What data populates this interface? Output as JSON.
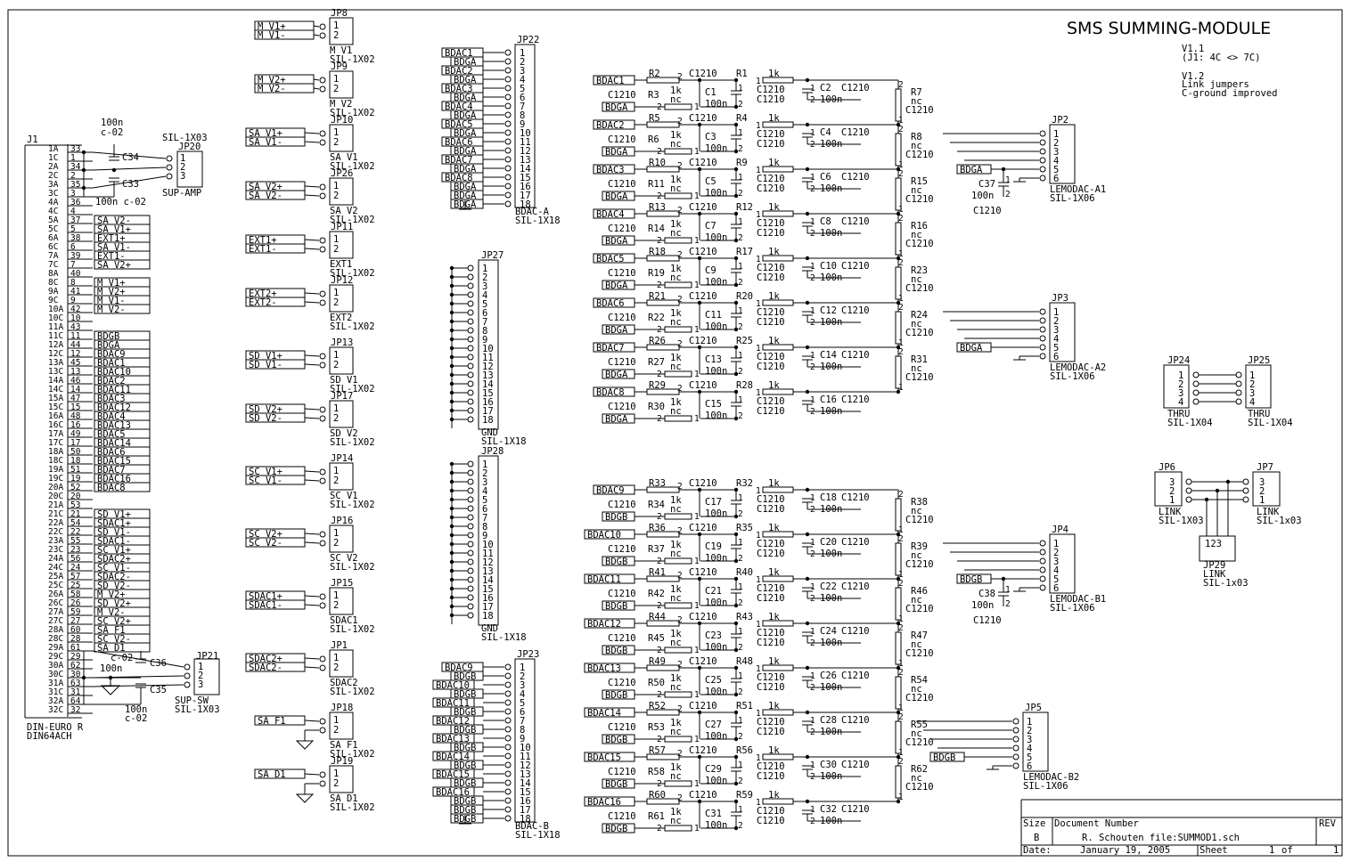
{
  "title": "SMS SUMMING-MODULE",
  "revision_notes": [
    "V1.1",
    "(J1: 4C <> 7C)",
    "V1.2",
    "Link jumpers",
    "C-ground improved"
  ],
  "title_block": {
    "size_label": "Size",
    "size": "B",
    "docnum_label": "Document Number",
    "docnum": "R. Schouten file:SUMMOD1.sch",
    "rev_label": "REV",
    "date_label": "Date:",
    "date": "January 19, 2005",
    "sheet_label": "Sheet",
    "sheet": "1",
    "of_label": "of",
    "of": "1"
  },
  "j1": {
    "ref": "J1",
    "name": "DIN-EURO R",
    "value": "DIN64ACH",
    "pins": [
      {
        "row": "1A",
        "pin": "33",
        "net": ""
      },
      {
        "row": "1C",
        "pin": "1",
        "net": ""
      },
      {
        "row": "2A",
        "pin": "34",
        "net": ""
      },
      {
        "row": "2C",
        "pin": "2",
        "net": ""
      },
      {
        "row": "3A",
        "pin": "35",
        "net": ""
      },
      {
        "row": "3C",
        "pin": "3",
        "net": ""
      },
      {
        "row": "4A",
        "pin": "36",
        "net": ""
      },
      {
        "row": "4C",
        "pin": "4",
        "net": ""
      },
      {
        "row": "5A",
        "pin": "37",
        "net": "SA V2-"
      },
      {
        "row": "5C",
        "pin": "5",
        "net": "SA V1+"
      },
      {
        "row": "6A",
        "pin": "38",
        "net": "EXT1+"
      },
      {
        "row": "6C",
        "pin": "6",
        "net": "SA V1-"
      },
      {
        "row": "7A",
        "pin": "39",
        "net": "EXT1-"
      },
      {
        "row": "7C",
        "pin": "7",
        "net": "SA V2+"
      },
      {
        "row": "8A",
        "pin": "40",
        "net": ""
      },
      {
        "row": "8C",
        "pin": "8",
        "net": "M V1+"
      },
      {
        "row": "9A",
        "pin": "41",
        "net": "M V2+"
      },
      {
        "row": "9C",
        "pin": "9",
        "net": "M V1-"
      },
      {
        "row": "10A",
        "pin": "42",
        "net": "M V2-"
      },
      {
        "row": "10C",
        "pin": "10",
        "net": ""
      },
      {
        "row": "11A",
        "pin": "43",
        "net": ""
      },
      {
        "row": "11C",
        "pin": "11",
        "net": "BDGB"
      },
      {
        "row": "12A",
        "pin": "44",
        "net": "BDGA"
      },
      {
        "row": "12C",
        "pin": "12",
        "net": "BDAC9"
      },
      {
        "row": "13A",
        "pin": "45",
        "net": "BDAC1"
      },
      {
        "row": "13C",
        "pin": "13",
        "net": "BDAC10"
      },
      {
        "row": "14A",
        "pin": "46",
        "net": "BDAC2"
      },
      {
        "row": "14C",
        "pin": "14",
        "net": "BDAC11"
      },
      {
        "row": "15A",
        "pin": "47",
        "net": "BDAC3"
      },
      {
        "row": "15C",
        "pin": "15",
        "net": "BDAC12"
      },
      {
        "row": "16A",
        "pin": "48",
        "net": "BDAC4"
      },
      {
        "row": "16C",
        "pin": "16",
        "net": "BDAC13"
      },
      {
        "row": "17A",
        "pin": "49",
        "net": "BDAC5"
      },
      {
        "row": "17C",
        "pin": "17",
        "net": "BDAC14"
      },
      {
        "row": "18A",
        "pin": "50",
        "net": "BDAC6"
      },
      {
        "row": "18C",
        "pin": "18",
        "net": "BDAC15"
      },
      {
        "row": "19A",
        "pin": "51",
        "net": "BDAC7"
      },
      {
        "row": "19C",
        "pin": "19",
        "net": "BDAC16"
      },
      {
        "row": "20A",
        "pin": "52",
        "net": "BDAC8"
      },
      {
        "row": "20C",
        "pin": "20",
        "net": ""
      },
      {
        "row": "21A",
        "pin": "53",
        "net": ""
      },
      {
        "row": "21C",
        "pin": "21",
        "net": "SD V1+"
      },
      {
        "row": "22A",
        "pin": "54",
        "net": "SDAC1+"
      },
      {
        "row": "22C",
        "pin": "22",
        "net": "SD V1-"
      },
      {
        "row": "23A",
        "pin": "55",
        "net": "SDAC1-"
      },
      {
        "row": "23C",
        "pin": "23",
        "net": "SC V1+"
      },
      {
        "row": "24A",
        "pin": "56",
        "net": "SDAC2+"
      },
      {
        "row": "24C",
        "pin": "24",
        "net": "SC V1-"
      },
      {
        "row": "25A",
        "pin": "57",
        "net": "SDAC2-"
      },
      {
        "row": "25C",
        "pin": "25",
        "net": "SD V2-"
      },
      {
        "row": "26A",
        "pin": "58",
        "net": "M V2+"
      },
      {
        "row": "26C",
        "pin": "26",
        "net": "SD V2+"
      },
      {
        "row": "27A",
        "pin": "59",
        "net": "M V2-"
      },
      {
        "row": "27C",
        "pin": "27",
        "net": "SC V2+"
      },
      {
        "row": "28A",
        "pin": "60",
        "net": "SA F1"
      },
      {
        "row": "28C",
        "pin": "28",
        "net": "SC V2-"
      },
      {
        "row": "29A",
        "pin": "61",
        "net": "SA D1"
      },
      {
        "row": "29C",
        "pin": "29",
        "net": ""
      },
      {
        "row": "30A",
        "pin": "62",
        "net": ""
      },
      {
        "row": "30C",
        "pin": "30",
        "net": ""
      },
      {
        "row": "31A",
        "pin": "63",
        "net": ""
      },
      {
        "row": "31C",
        "pin": "31",
        "net": ""
      },
      {
        "row": "32A",
        "pin": "64",
        "net": ""
      },
      {
        "row": "32C",
        "pin": "32",
        "net": ""
      }
    ]
  },
  "j1_caps": [
    {
      "ref": "C34",
      "value": "100n",
      "tol": "c-02"
    },
    {
      "ref": "C33",
      "value": "100n",
      "tol": "c-02"
    },
    {
      "ref": "C36",
      "value": "100n",
      "tol": "c-02"
    },
    {
      "ref": "C35",
      "value": "100n",
      "tol": "c-02"
    }
  ],
  "supply_jumpers": [
    {
      "ref": "JP20",
      "name": "SUP-AMP",
      "pkg": "SIL-1X03",
      "pins": [
        "1",
        "2",
        "3"
      ]
    },
    {
      "ref": "JP21",
      "name": "SUP-SW",
      "pkg": "SIL-1X03",
      "pins": [
        "1",
        "2",
        "3"
      ]
    }
  ],
  "signal_jumpers": [
    {
      "ref": "JP8",
      "name": "M V1",
      "pkg": "SIL-1X02",
      "nets": [
        "M V1+",
        "M V1-"
      ]
    },
    {
      "ref": "JP9",
      "name": "M V2",
      "pkg": "SIL-1X02",
      "nets": [
        "M V2+",
        "M V2-"
      ]
    },
    {
      "ref": "JP10",
      "name": "SA V1",
      "pkg": "SIL-1X02",
      "nets": [
        "SA V1+",
        "SA V1-"
      ]
    },
    {
      "ref": "JP26",
      "name": "SA V2",
      "pkg": "SIL-1X02",
      "nets": [
        "SA V2+",
        "SA V2-"
      ]
    },
    {
      "ref": "JP11",
      "name": "EXT1",
      "pkg": "SIL-1X02",
      "nets": [
        "EXT1+",
        "EXT1-"
      ]
    },
    {
      "ref": "JP12",
      "name": "EXT2",
      "pkg": "SIL-1X02",
      "nets": [
        "EXT2+",
        "EXT2-"
      ]
    },
    {
      "ref": "JP13",
      "name": "SD V1",
      "pkg": "SIL-1X02",
      "nets": [
        "SD V1+",
        "SD V1-"
      ]
    },
    {
      "ref": "JP17",
      "name": "SD V2",
      "pkg": "SIL-1X02",
      "nets": [
        "SD V2+",
        "SD V2-"
      ]
    },
    {
      "ref": "JP14",
      "name": "SC V1",
      "pkg": "SIL-1X02",
      "nets": [
        "SC V1+",
        "SC V1-"
      ]
    },
    {
      "ref": "JP16",
      "name": "SC V2",
      "pkg": "SIL-1X02",
      "nets": [
        "SC V2+",
        "SC V2-"
      ]
    },
    {
      "ref": "JP15",
      "name": "SDAC1",
      "pkg": "SIL-1X02",
      "nets": [
        "SDAC1+",
        "SDAC1-"
      ]
    },
    {
      "ref": "JP1",
      "name": "SDAC2",
      "pkg": "SIL-1X02",
      "nets": [
        "SDAC2+",
        "SDAC2-"
      ]
    },
    {
      "ref": "JP18",
      "name": "SA F1",
      "pkg": "SIL-1X02",
      "nets": [
        "SA F1",
        ""
      ]
    },
    {
      "ref": "JP19",
      "name": "SA D1",
      "pkg": "SIL-1X02",
      "nets": [
        "SA D1",
        ""
      ]
    }
  ],
  "bdac_a": {
    "ref": "JP22",
    "name": "BDAC-A",
    "pkg": "SIL-1X18",
    "nets": [
      "BDAC1",
      "BDGA",
      "BDAC2",
      "BDGA",
      "BDAC3",
      "BDGA",
      "BDAC4",
      "BDGA",
      "BDAC5",
      "BDGA",
      "BDAC6",
      "BDGA",
      "BDAC7",
      "BDGA",
      "BDAC8",
      "BDGA",
      "BDGA",
      "BDGA"
    ]
  },
  "bdac_b": {
    "ref": "JP23",
    "name": "BDAC-B",
    "pkg": "SIL-1X18",
    "nets": [
      "BDAC9",
      "BDGB",
      "BDAC10",
      "BDGB",
      "BDAC11",
      "BDGB",
      "BDAC12",
      "BDGB",
      "BDAC13",
      "BDGB",
      "BDAC14",
      "BDGB",
      "BDAC15",
      "BDGB",
      "BDAC16",
      "BDGB",
      "BDGB",
      "BDGB"
    ]
  },
  "gnd_strips": [
    {
      "ref": "JP27",
      "net": "GND",
      "pkg": "SIL-1X18"
    },
    {
      "ref": "JP28",
      "net": "GND",
      "pkg": "SIL-1X18"
    }
  ],
  "pin_numbers_18": [
    "1",
    "2",
    "3",
    "4",
    "5",
    "6",
    "7",
    "8",
    "9",
    "10",
    "11",
    "12",
    "13",
    "14",
    "15",
    "16",
    "17",
    "18"
  ],
  "channels_a": [
    {
      "in": "BDAC1",
      "gnd": "BDGA",
      "ra": "R2",
      "rb": "R3",
      "rc": "R1",
      "c1": "C1",
      "c2": "C2",
      "rt": "R7"
    },
    {
      "in": "BDAC2",
      "gnd": "BDGA",
      "ra": "R5",
      "rb": "R6",
      "rc": "R4",
      "c1": "C3",
      "c2": "C4",
      "rt": "R8"
    },
    {
      "in": "BDAC3",
      "gnd": "BDGA",
      "ra": "R10",
      "rb": "R11",
      "rc": "R9",
      "c1": "C5",
      "c2": "C6",
      "rt": "R15"
    },
    {
      "in": "BDAC4",
      "gnd": "BDGA",
      "ra": "R13",
      "rb": "R14",
      "rc": "R12",
      "c1": "C7",
      "c2": "C8",
      "rt": "R16"
    },
    {
      "in": "BDAC5",
      "gnd": "BDGA",
      "ra": "R18",
      "rb": "R19",
      "rc": "R17",
      "c1": "C9",
      "c2": "C10",
      "rt": "R23"
    },
    {
      "in": "BDAC6",
      "gnd": "BDGA",
      "ra": "R21",
      "rb": "R22",
      "rc": "R20",
      "c1": "C11",
      "c2": "C12",
      "rt": "R24"
    },
    {
      "in": "BDAC7",
      "gnd": "BDGA",
      "ra": "R26",
      "rb": "R27",
      "rc": "R25",
      "c1": "C13",
      "c2": "C14",
      "rt": "R31"
    },
    {
      "in": "BDAC8",
      "gnd": "BDGA",
      "ra": "R29",
      "rb": "R30",
      "rc": "R28",
      "c1": "C15",
      "c2": "C16",
      "rt": ""
    }
  ],
  "channels_b": [
    {
      "in": "BDAC9",
      "gnd": "BDGB",
      "ra": "R33",
      "rb": "R34",
      "rc": "R32",
      "c1": "C17",
      "c2": "C18",
      "rt": "R38"
    },
    {
      "in": "BDAC10",
      "gnd": "BDGB",
      "ra": "R36",
      "rb": "R37",
      "rc": "R35",
      "c1": "C19",
      "c2": "C20",
      "rt": "R39"
    },
    {
      "in": "BDAC11",
      "gnd": "BDGB",
      "ra": "R41",
      "rb": "R42",
      "rc": "R40",
      "c1": "C21",
      "c2": "C22",
      "rt": "R46"
    },
    {
      "in": "BDAC12",
      "gnd": "BDGB",
      "ra": "R44",
      "rb": "R45",
      "rc": "R43",
      "c1": "C23",
      "c2": "C24",
      "rt": "R47"
    },
    {
      "in": "BDAC13",
      "gnd": "BDGB",
      "ra": "R49",
      "rb": "R50",
      "rc": "R48",
      "c1": "C25",
      "c2": "C26",
      "rt": "R54"
    },
    {
      "in": "BDAC14",
      "gnd": "BDGB",
      "ra": "R52",
      "rb": "R53",
      "rc": "R51",
      "c1": "C27",
      "c2": "C28",
      "rt": "R55"
    },
    {
      "in": "BDAC15",
      "gnd": "BDGB",
      "ra": "R57",
      "rb": "R58",
      "rc": "R56",
      "c1": "C29",
      "c2": "C30",
      "rt": "R62"
    },
    {
      "in": "BDAC16",
      "gnd": "BDGB",
      "ra": "R60",
      "rb": "R61",
      "rc": "R59",
      "c1": "C31",
      "c2": "C32",
      "rt": ""
    }
  ],
  "channel_values": {
    "pkg": "C1210",
    "one_k": "1k",
    "nc": "nc",
    "cap": "100n",
    "pin1": "1",
    "pin2": "2"
  },
  "lemo_connectors": [
    {
      "ref": "JP2",
      "name": "LEMODAC-A1",
      "pkg": "SIL-1X06",
      "gnd": "BDGA",
      "cap": "C37",
      "capval": "100n",
      "cappkg": "C1210"
    },
    {
      "ref": "JP3",
      "name": "LEMODAC-A2",
      "pkg": "SIL-1X06",
      "gnd": "BDGA",
      "cap": "",
      "capval": "",
      "cappkg": ""
    },
    {
      "ref": "JP4",
      "name": "LEMODAC-B1",
      "pkg": "SIL-1X06",
      "gnd": "BDGB",
      "cap": "C38",
      "capval": "100n",
      "cappkg": "C1210"
    },
    {
      "ref": "JP5",
      "name": "LEMODAC-B2",
      "pkg": "SIL-1X06",
      "gnd": "BDGB",
      "cap": "",
      "capval": "",
      "cappkg": ""
    }
  ],
  "pins6": [
    "1",
    "2",
    "3",
    "4",
    "5",
    "6"
  ],
  "thru": [
    {
      "ref": "JP24",
      "name": "THRU",
      "pkg": "SIL-1X04"
    },
    {
      "ref": "JP25",
      "name": "THRU",
      "pkg": "SIL-1X04"
    }
  ],
  "pins4": [
    "1",
    "2",
    "3",
    "4"
  ],
  "links": [
    {
      "ref": "JP6",
      "name": "LINK",
      "pkg": "SIL-1X03",
      "pins": [
        "3",
        "2",
        "1"
      ]
    },
    {
      "ref": "JP7",
      "name": "LINK",
      "pkg": "SIL-1x03",
      "pins": [
        "3",
        "2",
        "1"
      ]
    },
    {
      "ref": "JP29",
      "name": "LINK",
      "pkg": "SIL-1x03",
      "pins": "123"
    }
  ]
}
